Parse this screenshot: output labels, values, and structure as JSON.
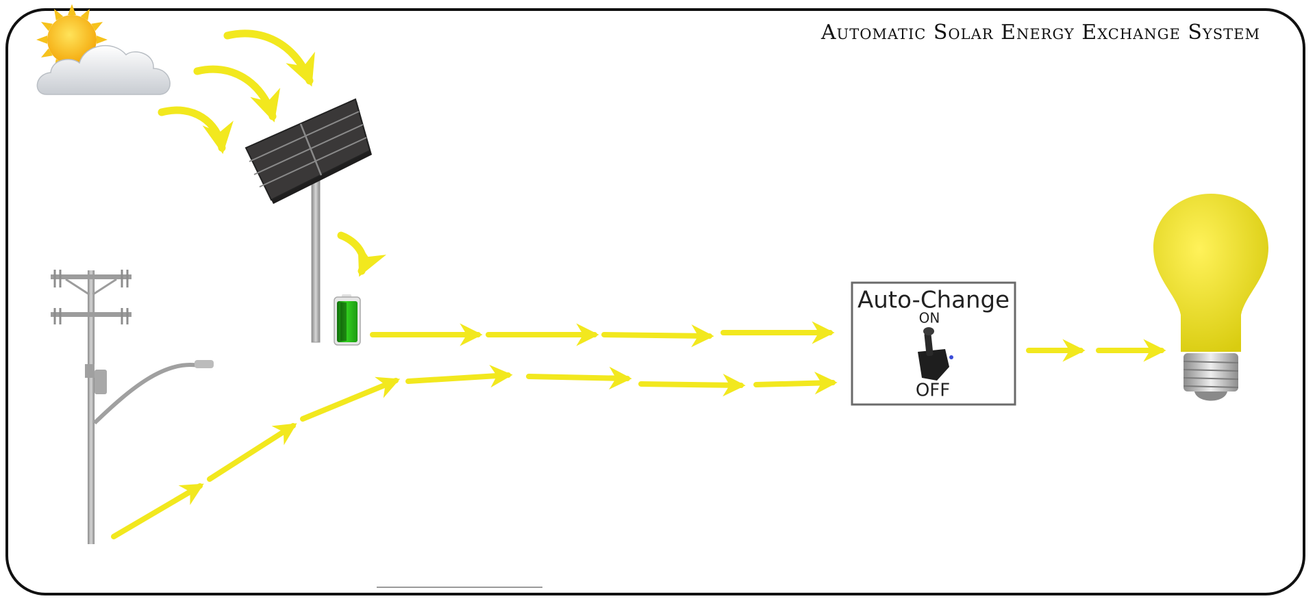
{
  "title": "Automatic Solar Energy Exchange System",
  "switch": {
    "heading": "Auto-Change",
    "on_label": "ON",
    "off_label": "OFF"
  },
  "colors": {
    "arrow": "#f2e81e",
    "battery": "#2ecc1e",
    "panel": "#3a3838",
    "bulb": "#f0e41a",
    "frame": "#111111"
  },
  "icons": [
    "sun-cloud-icon",
    "solar-panel-icon",
    "battery-icon",
    "utility-pole-icon",
    "toggle-switch-icon",
    "light-bulb-icon"
  ]
}
